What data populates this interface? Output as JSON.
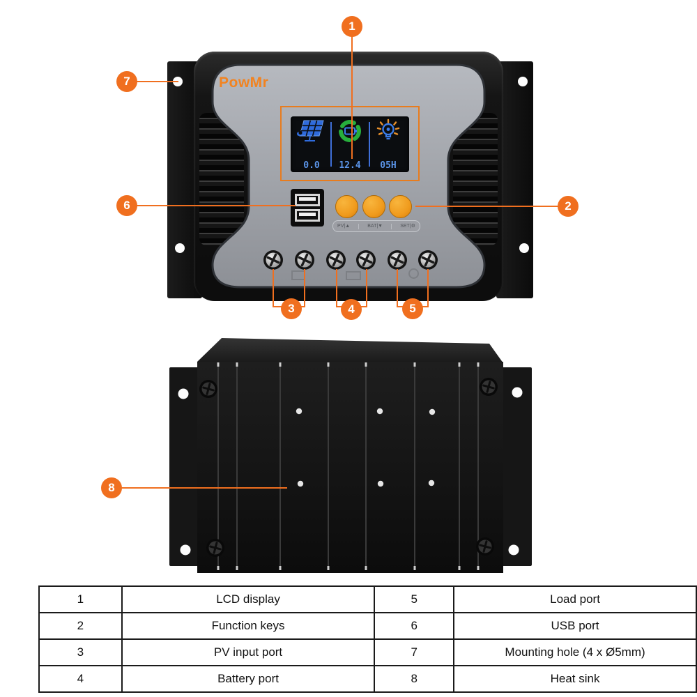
{
  "brand": "PowMr",
  "colors": {
    "accent_orange": "#F06F1F",
    "brand_orange": "#F28320",
    "button_orange": "#F09B1D",
    "lcd_blue": "#4A8DE8",
    "lcd_green": "#27AE3C",
    "ray_orange": "#E8912C"
  },
  "callouts": {
    "n1": "1",
    "n2": "2",
    "n3": "3",
    "n4": "4",
    "n5": "5",
    "n6": "6",
    "n7": "7",
    "n8": "8"
  },
  "lcd": {
    "pv_value": "0.0",
    "battery_value": "12.4",
    "load_value": "05H"
  },
  "buttons": {
    "pv": "PV|▲",
    "bat": "BAT|▼",
    "set": "SET|⚙"
  },
  "icons": {
    "lcd_left": "solar-panel-icon",
    "lcd_center": "battery-charge-ring-icon",
    "lcd_right": "load-bulb-icon"
  },
  "legend": {
    "rows": [
      [
        "1",
        "LCD display",
        "5",
        "Load port"
      ],
      [
        "2",
        "Function keys",
        "6",
        "USB port"
      ],
      [
        "3",
        "PV input port",
        "7",
        "Mounting hole (4 x Ø5mm)"
      ],
      [
        "4",
        "Battery port",
        "8",
        "Heat sink"
      ]
    ]
  }
}
